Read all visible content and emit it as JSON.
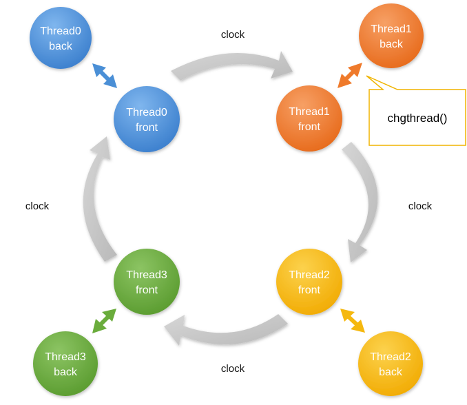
{
  "colors": {
    "blue": "#4a8fd6",
    "orange": "#ef7a2b",
    "gold": "#f5b80f",
    "green": "#6aac3c",
    "clock_arrow": "#c8c8c8",
    "callout_border": "#f0b400"
  },
  "nodes": {
    "thread0_back": {
      "line1": "Thread0",
      "line2": "back"
    },
    "thread0_front": {
      "line1": "Thread0",
      "line2": "front"
    },
    "thread1_back": {
      "line1": "Thread1",
      "line2": "back"
    },
    "thread1_front": {
      "line1": "Thread1",
      "line2": "front"
    },
    "thread2_front": {
      "line1": "Thread2",
      "line2": "front"
    },
    "thread2_back": {
      "line1": "Thread2",
      "line2": "back"
    },
    "thread3_front": {
      "line1": "Thread3",
      "line2": "front"
    },
    "thread3_back": {
      "line1": "Thread3",
      "line2": "back"
    }
  },
  "clock_labels": {
    "top": "clock",
    "right": "clock",
    "bottom": "clock",
    "left": "clock"
  },
  "callout": {
    "text": "chgthread()"
  }
}
